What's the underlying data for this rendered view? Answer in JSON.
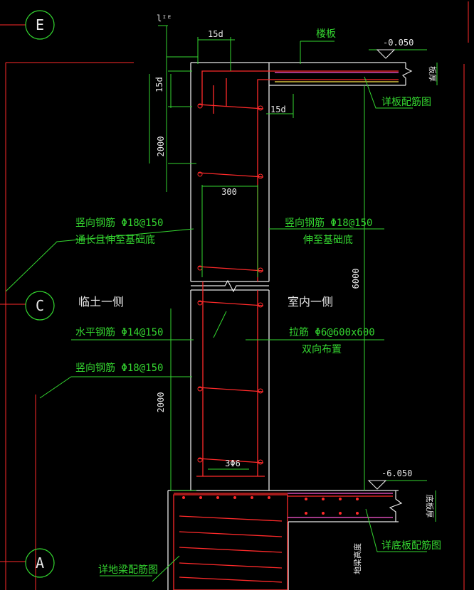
{
  "axes": {
    "E": "E",
    "C": "C",
    "A": "A"
  },
  "elevations": {
    "top": "-0.050",
    "bottom": "-6.050"
  },
  "dims": {
    "lle": "lᴵᴱ",
    "d15_top": "15d",
    "d15_vert": "15d",
    "d15_right": "15d",
    "h2000_top": "2000",
    "h2000_bot": "2000",
    "w300": "300",
    "h6000": "6000",
    "bars_3phi6": "3Φ6"
  },
  "labels": {
    "floor_slab": "楼板",
    "slab_thickness": "板厚",
    "slab_detail": "详板配筋图",
    "left_vert_1": "竖向钢筋 Φ18@150",
    "left_vert_1_note": "通长且伸至基础底",
    "right_vert": "竖向钢筋 Φ18@150",
    "right_vert_note": "伸至基础底",
    "soil_side": "临土一侧",
    "indoor_side": "室内一侧",
    "horizontal_bar": "水平钢筋 Φ14@150",
    "left_vert_2": "竖向钢筋 Φ18@150",
    "tie_bar": "拉筋 Φ6@600x600",
    "tie_bar_note": "双向布置",
    "base_slab_thickness": "底板厚",
    "base_slab_detail": "详底板配筋图",
    "ground_beam_height": "地梁高度",
    "ground_beam_detail": "详地梁配筋图"
  }
}
